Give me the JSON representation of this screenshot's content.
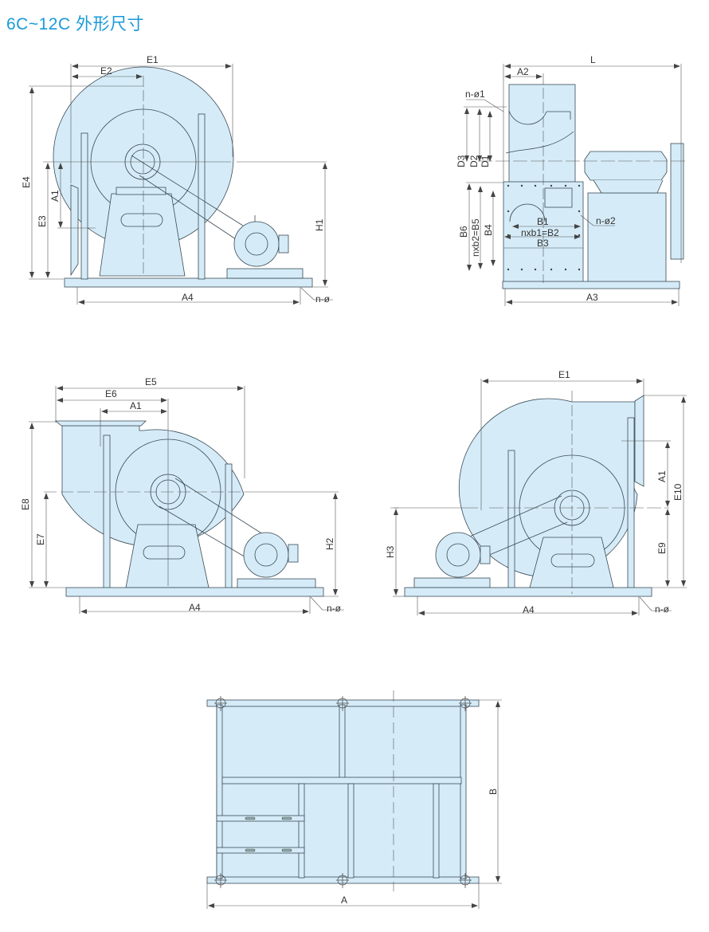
{
  "title": "6C~12C 外形尺寸",
  "colors": {
    "accent": "#1a9ad9",
    "fill": "#d5ecf8",
    "line": "#3a4a55",
    "dim": "#555555"
  },
  "views": {
    "front_left": {
      "labels": {
        "E1": "E1",
        "E2": "E2",
        "E4": "E4",
        "E3": "E3",
        "A1": "A1",
        "H1": "H1",
        "A4": "A4",
        "nphi": "n-ø"
      }
    },
    "side": {
      "labels": {
        "L": "L",
        "A2": "A2",
        "nphi1": "n-ø1",
        "D3": "D3",
        "D2": "D2",
        "D1": "D1",
        "B6": "B6",
        "B5": "nxb2=B5",
        "B4": "B4",
        "B1": "B1",
        "B2": "nxb1=B2",
        "B3": "B3",
        "nphi2": "n-ø2",
        "A3": "A3"
      }
    },
    "front_up": {
      "labels": {
        "E5": "E5",
        "E6": "E6",
        "A1": "A1",
        "E8": "E8",
        "E7": "E7",
        "H2": "H2",
        "A4": "A4",
        "nphi": "n-ø"
      }
    },
    "front_right": {
      "labels": {
        "E1": "E1",
        "A1": "A1",
        "E10": "E10",
        "E9": "E9",
        "H3": "H3",
        "A4": "A4",
        "nphi": "n-ø"
      }
    },
    "base_plan": {
      "labels": {
        "A": "A",
        "B": "B"
      }
    }
  }
}
